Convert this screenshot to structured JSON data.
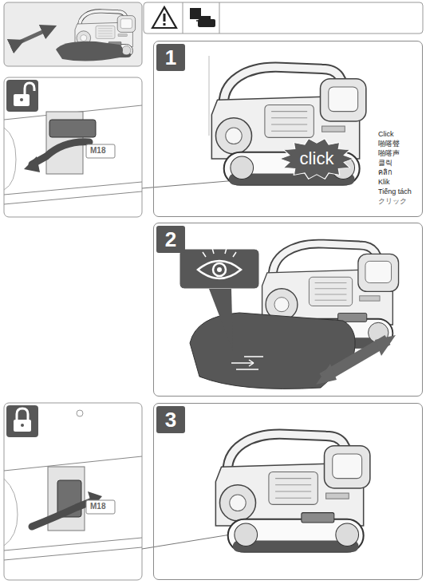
{
  "diagram": {
    "nodes": [
      {
        "text": [
          "1"
        ]
      },
      {
        "text": [
          "click"
        ],
        "in": 0
      },
      {
        "text": [
          "2"
        ]
      },
      {
        "text": [
          "3"
        ]
      }
    ],
    "labels": [
      "Click",
      "啪嗒聲",
      "啪嗒声",
      "클릭",
      "คลิก",
      "Klik",
      "Tiếng tách",
      "クリック",
      "M18",
      "M18"
    ]
  }
}
